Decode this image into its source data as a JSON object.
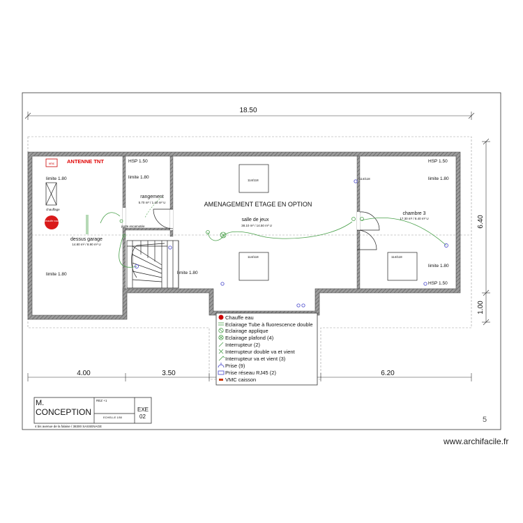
{
  "dimensions": {
    "total_width": "18.50",
    "left_depth": "6.40",
    "right_step": "1.00",
    "seg_left": "4.00",
    "seg_mid": "3.50",
    "seg_right": "6.20"
  },
  "rooms": {
    "antenna_label": "ANTENNE TNT",
    "vmc_badge": "vmc",
    "chauffage_label": "chauffage",
    "chauffe_eau_label": "chauffe eau",
    "garage_name": "dessus garage",
    "garage_area": "14.80 m² / 8.90 m² U",
    "rangement_name": "rangement",
    "rangement_area": "5.70 m² / 1.40 m² U",
    "porte_label": "porte escamotée",
    "main_title": "AMENAGEMENT ETAGE EN OPTION",
    "salle_name": "salle de jeux",
    "salle_area": "38.10 m² / 14.50 m² U",
    "chambre_name": "chambre 3",
    "chambre_area": "17.30 m² / 8.40 m² U",
    "velux": "114/118"
  },
  "limits": {
    "limite_180": "limite 1.80",
    "hsp_150": "HSP 1.50"
  },
  "legend": {
    "items": [
      {
        "label": "Chauffe eau",
        "icon": "red-disc-icon",
        "color": "#cc0000"
      },
      {
        "label": "Eclairage Tube à fluorescence double",
        "icon": "fluorescent-tube-icon",
        "color": "#49a04a"
      },
      {
        "label": "Eclairage applique",
        "icon": "wall-light-icon",
        "color": "#49a04a"
      },
      {
        "label": "Eclairage plafond (4)",
        "icon": "ceiling-light-icon",
        "color": "#49a04a"
      },
      {
        "label": "Interrupteur (2)",
        "icon": "switch-icon",
        "color": "#49a04a"
      },
      {
        "label": "Interrupteur double va et vient",
        "icon": "double-switch-icon",
        "color": "#49a04a"
      },
      {
        "label": "Interrupteur va et vient (3)",
        "icon": "two-way-switch-icon",
        "color": "#49a04a"
      },
      {
        "label": "Prise (9)",
        "icon": "socket-icon",
        "color": "#5a5ad0"
      },
      {
        "label": "Prise réseau RJ45 (2)",
        "icon": "rj45-icon",
        "color": "#5a5ad0"
      },
      {
        "label": "VMC caisson",
        "icon": "vmc-icon",
        "color": "#cc3300"
      }
    ]
  },
  "title_block": {
    "company_line1": "M.",
    "company_line2": "CONCEPTION",
    "ref": "REZ +1",
    "scale": "ECHELLE 1/50",
    "exe_label": "EXE",
    "exe_num": "02",
    "address": "4 bis avenue de la falaise / 38300 SASSENAGE"
  },
  "page_number": "5",
  "watermark": "www.archifacile.fr"
}
